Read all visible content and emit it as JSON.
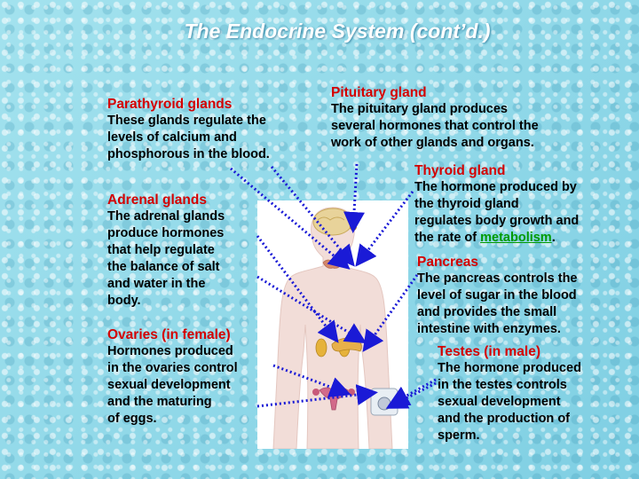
{
  "title": "The Endocrine System (cont’d.)",
  "parathyroid": {
    "heading": "Parathyroid glands",
    "text": "These glands regulate the\nlevels of calcium and\nphosphorous in the blood."
  },
  "pituitary": {
    "heading": "Pituitary gland",
    "text": "The pituitary gland produces\nseveral hormones that control the\nwork of other glands and organs."
  },
  "thyroid": {
    "heading": "Thyroid gland",
    "text": "The hormone produced by\nthe thyroid gland\nregulates body growth and\nthe rate of ",
    "link": "metabolism",
    "after": "."
  },
  "adrenal": {
    "heading": "Adrenal glands",
    "text": "The adrenal glands\nproduce hormones\nthat help regulate\nthe balance of salt\nand water in the\nbody."
  },
  "pancreas": {
    "heading": "Pancreas",
    "text": "The pancreas controls the\nlevel of sugar in the blood\nand provides the small\nintestine with enzymes."
  },
  "ovaries": {
    "heading": "Ovaries (in female)",
    "text": "Hormones produced\nin the ovaries control\nsexual development\nand the maturing\nof eggs."
  },
  "testes": {
    "heading": "Testes (in male)",
    "text": "The hormone produced\nin the testes controls\nsexual development\nand the production of\nsperm."
  },
  "colors": {
    "heading": "#d40000",
    "arrow": "#1a1ad6",
    "link": "#009a00",
    "title": "#ffffff"
  }
}
